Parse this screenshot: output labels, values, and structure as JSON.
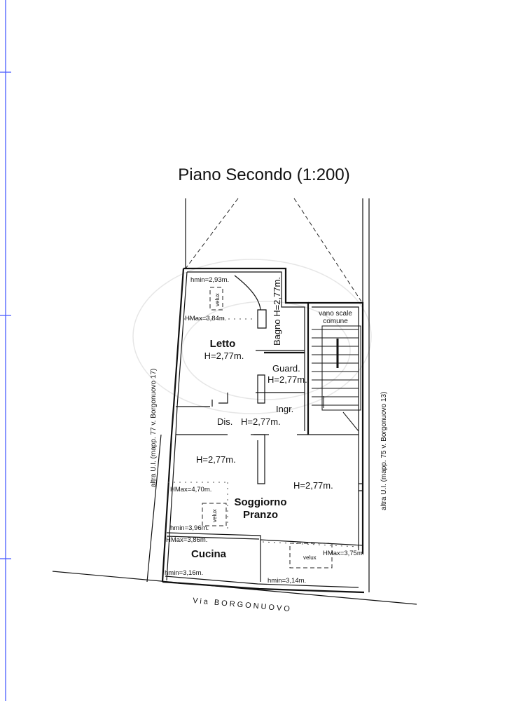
{
  "title": "Piano Secondo (1:200)",
  "rooms": {
    "letto": {
      "name": "Letto",
      "height": "H=2,77m."
    },
    "bagno": {
      "label": "Bagno H=2,77m."
    },
    "guard": {
      "name": "Guard.",
      "height": "H=2,77m."
    },
    "ingr": {
      "name": "Ingr."
    },
    "dis": {
      "name": "Dis.",
      "height": "H=2,77m."
    },
    "area_left": {
      "height": "H=2,77m."
    },
    "soggiorno": {
      "name_line1": "Soggiorno",
      "name_line2": "Pranzo",
      "height": "H=2,77m."
    },
    "cucina": {
      "name": "Cucina"
    },
    "vano_scale": {
      "line1": "vano scale",
      "line2": "comune"
    }
  },
  "annotations": {
    "hmin_letto": "hmin=2,93m.",
    "hmax_letto": "HMax=3,84m.",
    "hmax_soggiorno": "HMax=4,70m.",
    "hmin_soggiorno": "hmin=3,96m.",
    "hmax_cucina": "HMax=3,86m.",
    "hmin_cucina": "hmin=3,16m.",
    "hmin_street": "hmin=3,14m.",
    "hmax_right": "HMax=3,75m.",
    "velux": "velux"
  },
  "neighbors": {
    "left": "altra U.I. (mapp. 77 v. Borgonuovo 17)",
    "right": "altra U.I. (mapp. 75 v. Borgonuovo 13)"
  },
  "street": "Via  BORGONUOVO",
  "colors": {
    "margin_line": "#4a5cff",
    "walls": "#111111"
  }
}
